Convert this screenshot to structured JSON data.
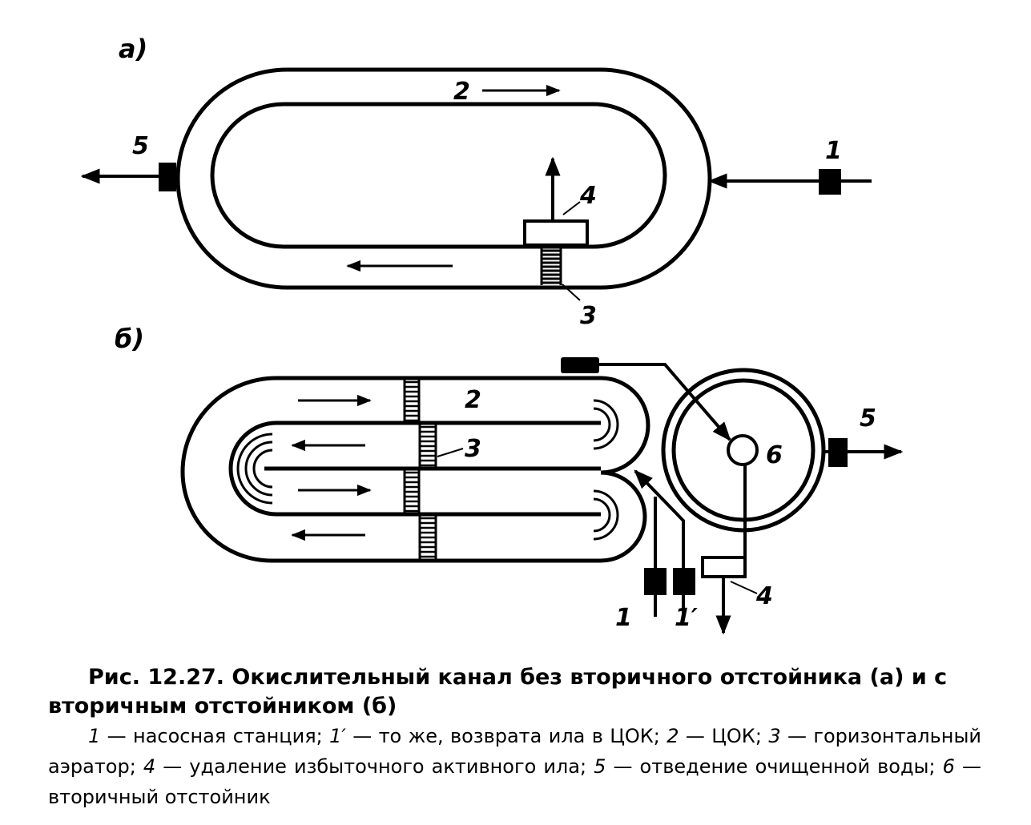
{
  "panels": {
    "a": "а)",
    "b": "б)"
  },
  "labels_a": {
    "n1": "1",
    "n2": "2",
    "n3": "3",
    "n4": "4",
    "n5": "5"
  },
  "labels_b": {
    "n1": "1",
    "n1p": "1′",
    "n2": "2",
    "n3": "3",
    "n4": "4",
    "n5": "5",
    "n6": "6"
  },
  "caption": {
    "title": "Рис. 12.27. Окислительный канал без вторичного отстойника (а) и с вторичным отстойником (б)",
    "legend": [
      {
        "num": "1",
        "text": " — насосная станция; "
      },
      {
        "num": "1′",
        "text": " — то же, возврата ила в ЦОК; "
      },
      {
        "num": "2",
        "text": " — ЦОК; "
      },
      {
        "num": "3",
        "text": " — горизонтальный аэратор; "
      },
      {
        "num": "4",
        "text": " — удаление избыточного активного ила; "
      },
      {
        "num": "5",
        "text": " — отведение очищенной воды; "
      },
      {
        "num": "6",
        "text": " — вторичный отстойник"
      }
    ]
  }
}
